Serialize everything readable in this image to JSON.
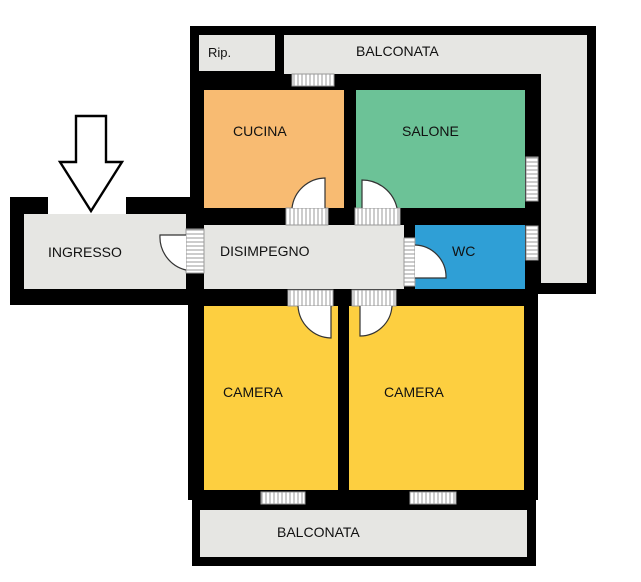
{
  "colors": {
    "wall": "#000000",
    "corridor": "#e6e6e3",
    "kitchen": "#f8bb72",
    "living": "#6cc297",
    "bath": "#2f9fd6",
    "bedroom": "#fdcf40",
    "window_frame": "#9a9a9a"
  },
  "icons": {
    "entrance": "entrance-arrow-icon"
  },
  "rooms": {
    "ripostiglio": "Rip.",
    "balcony_top": "BALCONATA",
    "kitchen": "CUCINA",
    "living": "SALONE",
    "entrance": "INGRESSO",
    "hallway": "DISIMPEGNO",
    "bathroom": "WC",
    "bedroom_left": "CAMERA",
    "bedroom_right": "CAMERA",
    "balcony_bottom": "BALCONATA"
  }
}
